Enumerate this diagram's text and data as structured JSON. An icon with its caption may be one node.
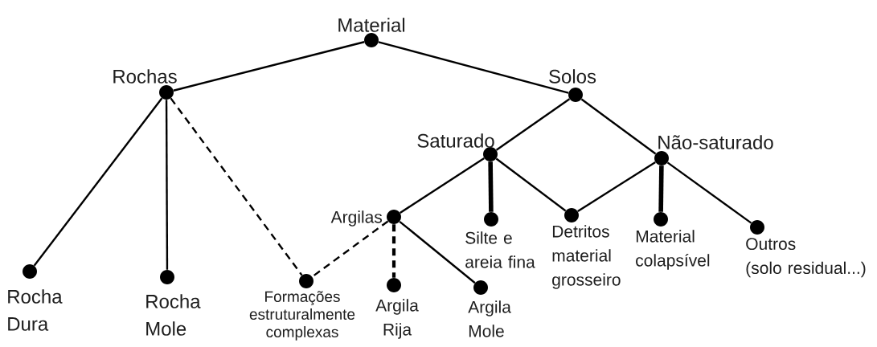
{
  "diagram": {
    "nodes": [
      {
        "text": [
          "Material"
        ]
      },
      {
        "text": [
          "Rochas"
        ]
      },
      {
        "text": [
          "Solos"
        ]
      },
      {
        "text": [
          "Saturado"
        ]
      },
      {
        "text": [
          "Não-saturado"
        ]
      },
      {
        "text": [
          "Rocha Dura"
        ]
      },
      {
        "text": [
          "Rocha Mole"
        ]
      },
      {
        "text": [
          "Formações estruturalmente complexas"
        ]
      },
      {
        "text": [
          "Argilas"
        ]
      },
      {
        "text": [
          "Argila Rija"
        ]
      },
      {
        "text": [
          "Argila Mole"
        ]
      },
      {
        "text": [
          "Silte e areia fina"
        ]
      },
      {
        "text": [
          "Detritos material grosseiro"
        ]
      },
      {
        "text": [
          "Material colapsível"
        ]
      },
      {
        "text": [
          "Outros (solo residual...)"
        ]
      }
    ],
    "edges": [
      {
        "from": 0,
        "to": 1,
        "arrow": "none"
      },
      {
        "from": 0,
        "to": 2,
        "arrow": "none"
      },
      {
        "from": 1,
        "to": 5,
        "arrow": "none"
      },
      {
        "from": 1,
        "to": 6,
        "arrow": "none"
      },
      {
        "from": 1,
        "to": 7,
        "arrow": "none",
        "style": "dashed"
      },
      {
        "from": 2,
        "to": 3,
        "arrow": "none"
      },
      {
        "from": 2,
        "to": 4,
        "arrow": "none"
      },
      {
        "from": 3,
        "to": 8,
        "arrow": "none"
      },
      {
        "from": 3,
        "to": 11,
        "arrow": "none",
        "style": "thick"
      },
      {
        "from": 3,
        "to": 12,
        "arrow": "none"
      },
      {
        "from": 4,
        "to": 12,
        "arrow": "none"
      },
      {
        "from": 4,
        "to": 13,
        "arrow": "none",
        "style": "thick"
      },
      {
        "from": 4,
        "to": 14,
        "arrow": "none"
      },
      {
        "from": 8,
        "to": 7,
        "arrow": "none",
        "style": "dashed"
      },
      {
        "from": 8,
        "to": 9,
        "arrow": "none",
        "style": "dashed"
      },
      {
        "from": 8,
        "to": 10,
        "arrow": "none"
      }
    ]
  }
}
